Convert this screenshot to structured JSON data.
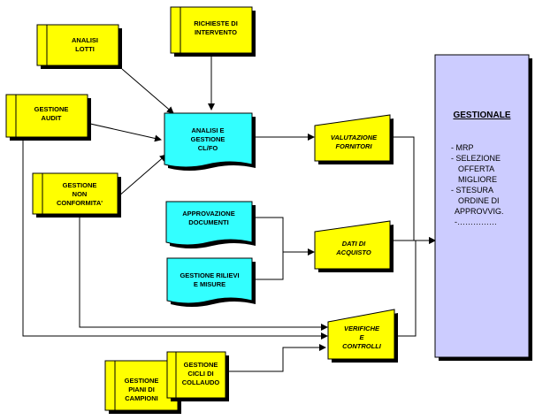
{
  "colors": {
    "yellow_box": "#ffff00",
    "cyan_box": "#33ffff",
    "gestionale_panel": "#ccccff",
    "shadow": "#000000",
    "line": "#000000"
  },
  "nodes": {
    "analisi_lotti": [
      "ANALISI",
      "LOTTI"
    ],
    "richieste_intervento": [
      "RICHIESTE DI",
      "INTERVENTO"
    ],
    "gestione_audit": [
      "GESTIONE",
      "AUDIT"
    ],
    "gestione_non_conformita": [
      "GESTIONE",
      "NON",
      "CONFORMITA'"
    ],
    "analisi_gestione_clfo": [
      "ANALISI E",
      "GESTIONE",
      "CL/FO"
    ],
    "valutazione_fornitori": [
      "VALUTAZIONE",
      "FORNITORI"
    ],
    "approvazione_documenti": [
      "APPROVAZIONE",
      "DOCUMENTI"
    ],
    "gestione_rilievi_misure": [
      "GESTIONE RILIEVI",
      "E MISURE"
    ],
    "dati_acquisto": [
      "DATI DI",
      "ACQUISTO"
    ],
    "verifiche_controlli": [
      "VERIFICHE",
      "E",
      "CONTROLLI"
    ],
    "gestione_piani_campioni": [
      "GESTIONE",
      "PIANI DI",
      "CAMPIONI"
    ],
    "gestione_cicli_collaudo": [
      "GESTIONE",
      "CICLI DI",
      "COLLAUDO"
    ]
  },
  "gestionale": {
    "title": "GESTIONALE",
    "items": [
      "- MRP",
      "- SELEZIONE",
      "OFFERTA",
      "MIGLIORE",
      "- STESURA",
      "ORDINE DI",
      "APPROVVIG.",
      "-……………"
    ]
  }
}
